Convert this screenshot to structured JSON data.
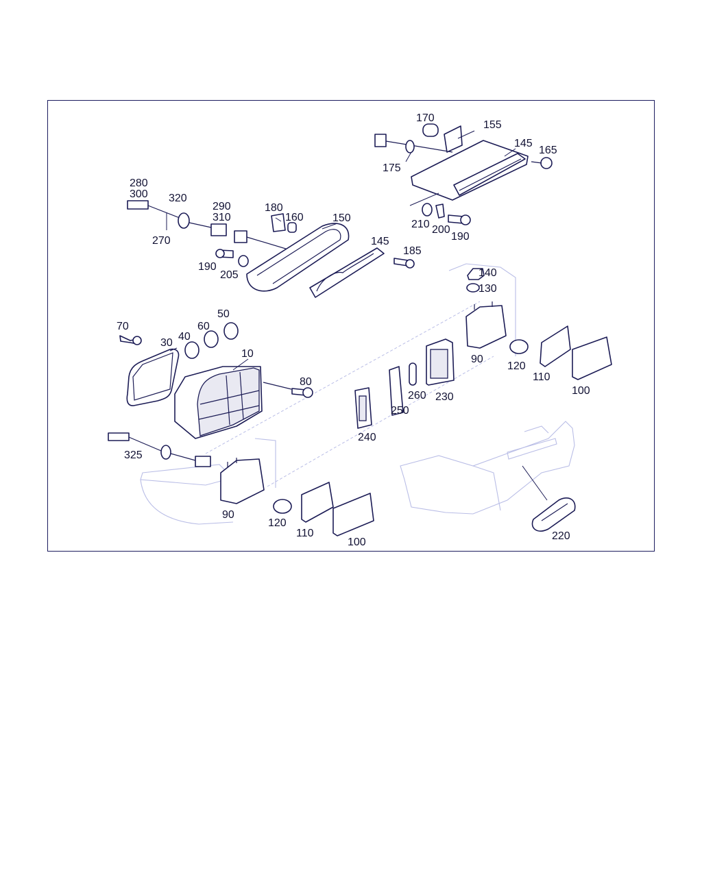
{
  "diagram": {
    "labels": {
      "l170": "170",
      "l155": "155",
      "l145a": "145",
      "l165": "165",
      "l175": "175",
      "l210": "210",
      "l200": "200",
      "l190a": "190",
      "l280": "280",
      "l300": "300",
      "l320": "320",
      "l270": "270",
      "l290": "290",
      "l310": "310",
      "l180": "180",
      "l160": "160",
      "l150": "150",
      "l145b": "145",
      "l185": "185",
      "l190b": "190",
      "l205": "205",
      "l140": "140",
      "l130": "130",
      "l70": "70",
      "l60": "60",
      "l50": "50",
      "l40": "40",
      "l30": "30",
      "l10": "10",
      "l80": "80",
      "l90a": "90",
      "l120a": "120",
      "l110a": "110",
      "l100a": "100",
      "l260": "260",
      "l230": "230",
      "l250": "250",
      "l240": "240",
      "l325": "325",
      "l90b": "90",
      "l120b": "120",
      "l110b": "110",
      "l100b": "100",
      "l220": "220"
    },
    "colors": {
      "line": "#1b1b55",
      "ghost": "#b9bde6",
      "frame": "#1a1a5e"
    }
  }
}
